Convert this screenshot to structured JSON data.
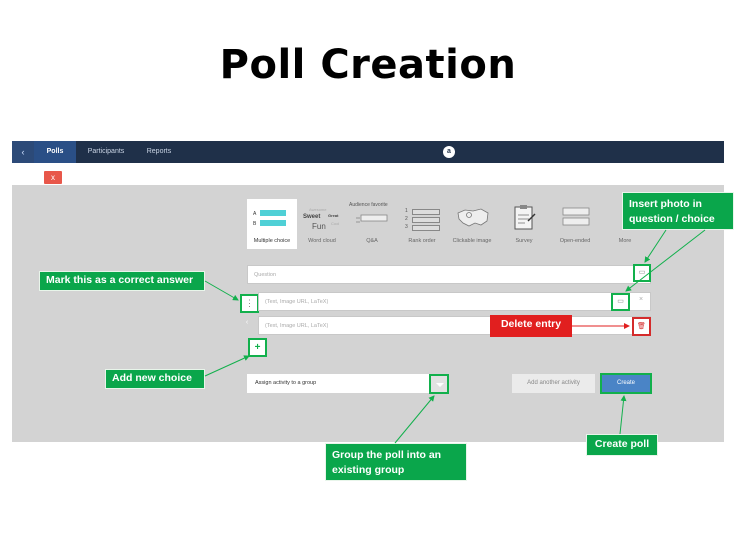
{
  "slide_title": "Poll Creation",
  "nav": {
    "back_icon": "‹",
    "tabs": [
      {
        "label": "Polls",
        "active": true
      },
      {
        "label": "Participants",
        "active": false
      },
      {
        "label": "Reports",
        "active": false
      }
    ],
    "logo_glyph": "a"
  },
  "close_label": "x",
  "activity_types": [
    {
      "label": "Multiple choice",
      "selected": true
    },
    {
      "label": "Word cloud"
    },
    {
      "label": "Q&A",
      "tag": "Audience favorite"
    },
    {
      "label": "Rank order"
    },
    {
      "label": "Clickable image"
    },
    {
      "label": "Survey"
    },
    {
      "label": "Open-ended"
    },
    {
      "label": "More"
    }
  ],
  "type_previews": {
    "mc_letters": [
      "A",
      "B"
    ],
    "word_cloud": {
      "w1": "Awesome",
      "w2": "Sweet",
      "w3": "Great",
      "w4": "Fun",
      "w5": "Cool"
    },
    "rank_numbers": [
      "1",
      "2",
      "3"
    ]
  },
  "fields": {
    "question_placeholder": "Question",
    "choice_placeholder_1": "(Text, Image URL, LaTeX)",
    "choice_placeholder_2": "(Text, Image URL, LaTeX)"
  },
  "actions": {
    "group_select": "Assign activity to a group",
    "add_another": "Add another activity",
    "create": "Create"
  },
  "callouts": {
    "insert_photo": "Insert photo in question / choice",
    "mark_correct": "Mark this as a correct answer",
    "delete_entry": "Delete entry",
    "add_choice": "Add new choice",
    "group_poll": "Group the poll into an existing group",
    "create_poll": "Create poll"
  },
  "colors": {
    "nav_bg": "#1f3049",
    "active_tab": "#2a4f86",
    "callout_green": "#0aa64b",
    "callout_red": "#e11f1f",
    "create_button": "#4a84c6",
    "close_button": "#e8574a"
  }
}
